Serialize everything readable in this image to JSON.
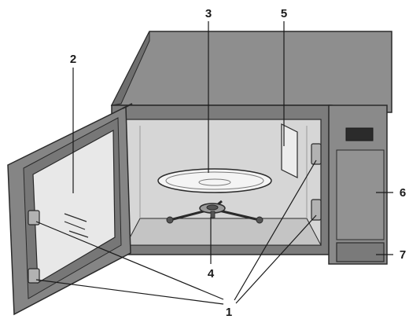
{
  "callouts": {
    "door_hooks": "1",
    "door_window": "2",
    "turntable_tray": "3",
    "roller_ring": "4",
    "waveguide_cover": "5",
    "control_panel": "6",
    "door_release_button": "7"
  },
  "colors": {
    "outline": "#2a2a2a",
    "cabinet_top": "#8e8e8e",
    "cabinet_side": "#6f6f6f",
    "cabinet_front": "#7c7c7c",
    "cavity": "#d6d6d6",
    "cavity_floor": "#c4c4c4",
    "door_frame": "#858585",
    "door_window": "#e8e8e8",
    "glass": "#f2f2f2",
    "display": "#2b2b2b",
    "label_text": "#1a1a1a"
  }
}
